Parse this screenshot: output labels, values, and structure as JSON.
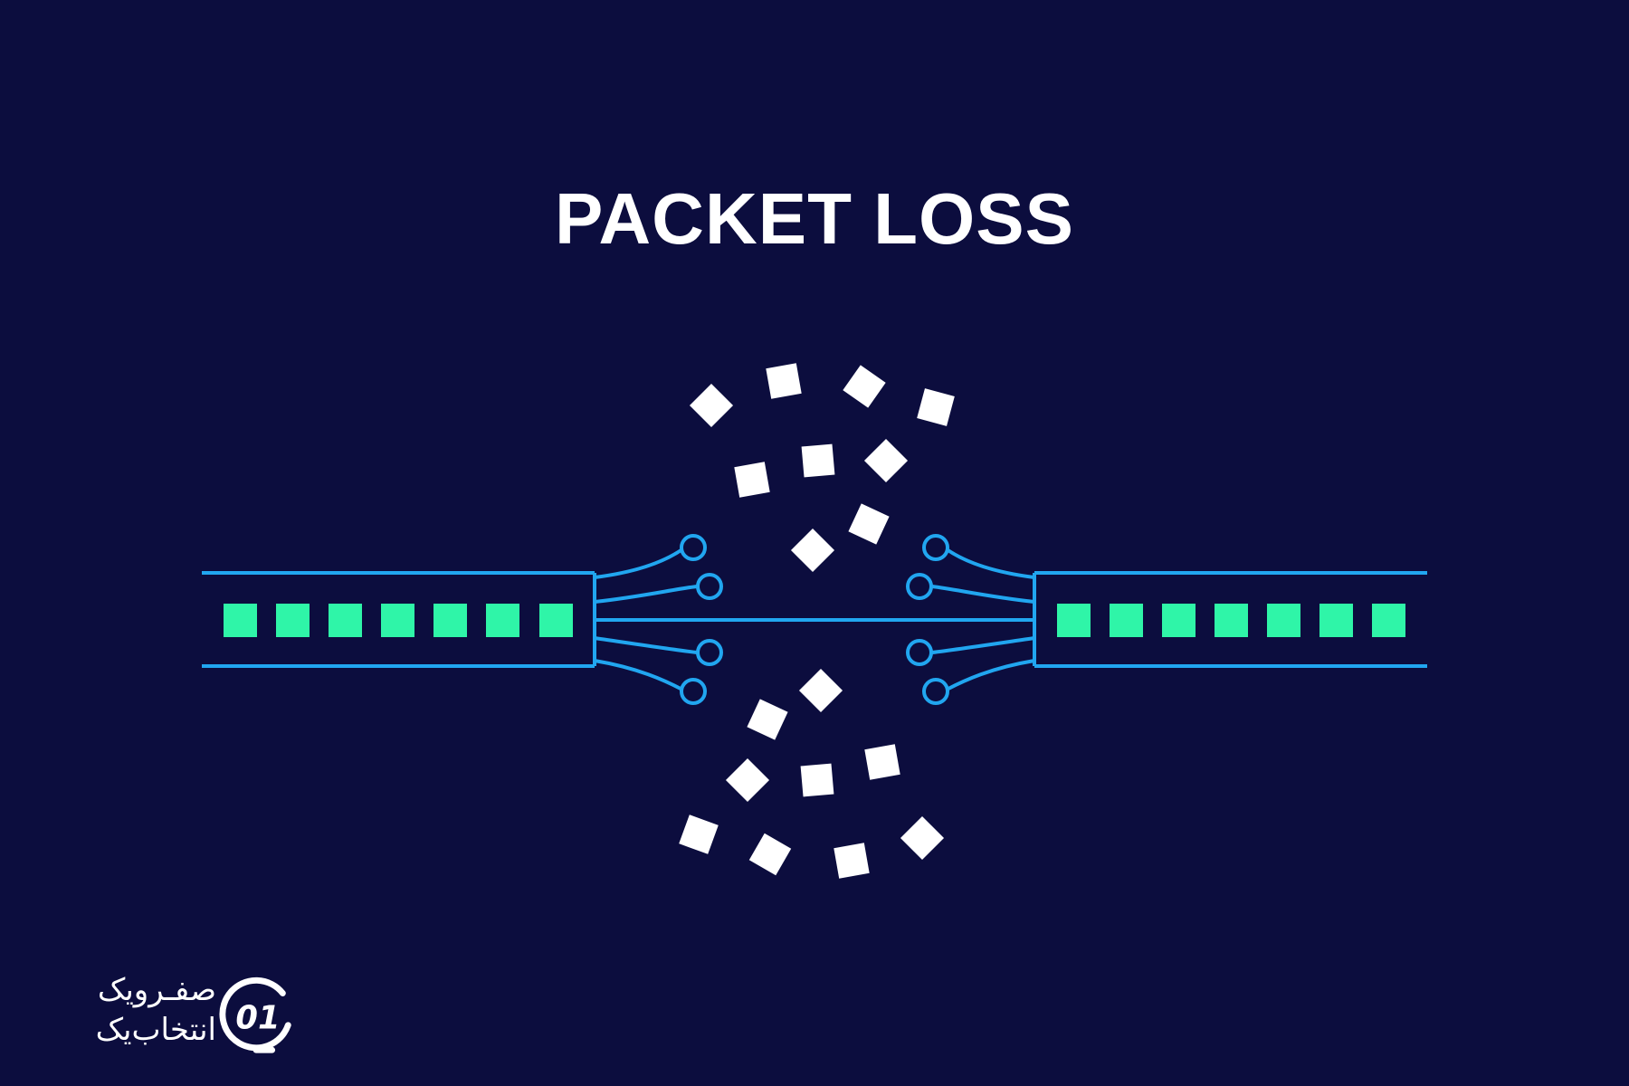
{
  "title": "PACKET LOSS",
  "colors": {
    "background": "#0c0d3e",
    "cable": "#21a6f0",
    "packet_in_cable": "#2ff5a8",
    "lost_packet": "#ffffff",
    "title": "#ffffff"
  },
  "logo": {
    "line1": "صفـرویک",
    "line2": "انتخاب‌یک",
    "mark_text": "01"
  },
  "icons": [
    "broken-cable-icon",
    "packet-icon",
    "connector-node-icon",
    "logo-mark-icon"
  ]
}
